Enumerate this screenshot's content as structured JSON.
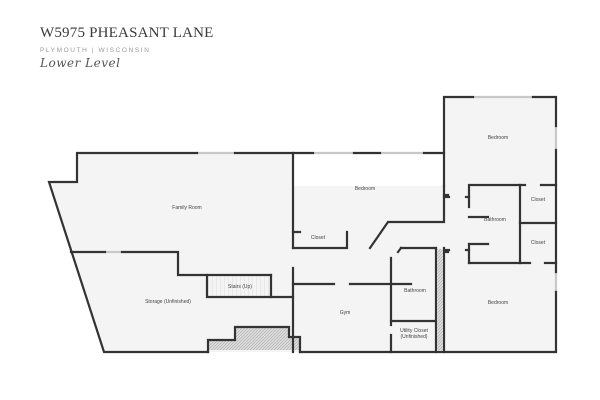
{
  "header": {
    "title": "W5975 PHEASANT LANE",
    "location": "PLYMOUTH | WISCONSIN",
    "level": "Lower Level"
  },
  "rooms": [
    {
      "name": "Family Room",
      "label": "Family Room"
    },
    {
      "name": "Storage",
      "label": "Storage (Unfinished)"
    },
    {
      "name": "Stairs",
      "label": "Stairs (Up)"
    },
    {
      "name": "Bedroom Center",
      "label": "Bedroom"
    },
    {
      "name": "Closet Center",
      "label": "Closet"
    },
    {
      "name": "Gym",
      "label": "Gym"
    },
    {
      "name": "Bathroom Center",
      "label": "Bathroom"
    },
    {
      "name": "Utility Closet",
      "label": "Utility Closet (Unfinished)"
    },
    {
      "name": "Bedroom Top Right",
      "label": "Bedroom"
    },
    {
      "name": "Bathroom Right",
      "label": "Bathroom"
    },
    {
      "name": "Closet Right Upper",
      "label": "Closet"
    },
    {
      "name": "Closet Right Lower",
      "label": "Closet"
    },
    {
      "name": "Bedroom Bottom Right",
      "label": "Bedroom"
    }
  ],
  "colors": {
    "wall": "#333333",
    "floor": "#f4f4f4",
    "window": "#c8c8c8",
    "hatch": "#bbbbbb"
  }
}
